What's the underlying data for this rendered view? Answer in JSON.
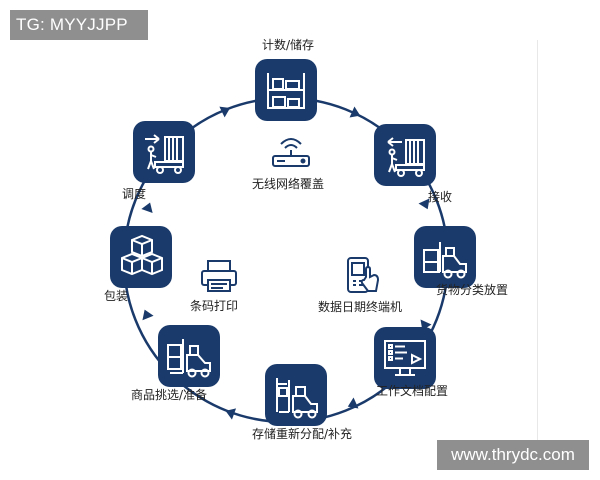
{
  "watermarks": {
    "top_left": "TG: MYYJJPP",
    "bottom_right": "www.thrydc.com"
  },
  "steps": [
    {
      "label": "计数/储存",
      "icon": "shelving-boxes-icon"
    },
    {
      "label": "接收",
      "icon": "truck-unloading-icon"
    },
    {
      "label": "货物分类放置",
      "icon": "forklift-icon"
    },
    {
      "label": "工作文档配置",
      "icon": "monitor-document-icon"
    },
    {
      "label": "存储重新分配/补充",
      "icon": "forklift-rack-icon"
    },
    {
      "label": "商品挑选/准备",
      "icon": "forklift-shelf-icon"
    },
    {
      "label": "包装",
      "icon": "stacked-boxes-icon"
    },
    {
      "label": "调度",
      "icon": "truck-loading-icon"
    }
  ],
  "center": {
    "wifi_label": "无线网络覆盖",
    "printer_label": "条码打印",
    "terminal_label": "数据日期终端机"
  },
  "colors": {
    "tile": "#1a3a6b",
    "ring": "#1a3a6b",
    "badge": "#8f8f8f"
  }
}
